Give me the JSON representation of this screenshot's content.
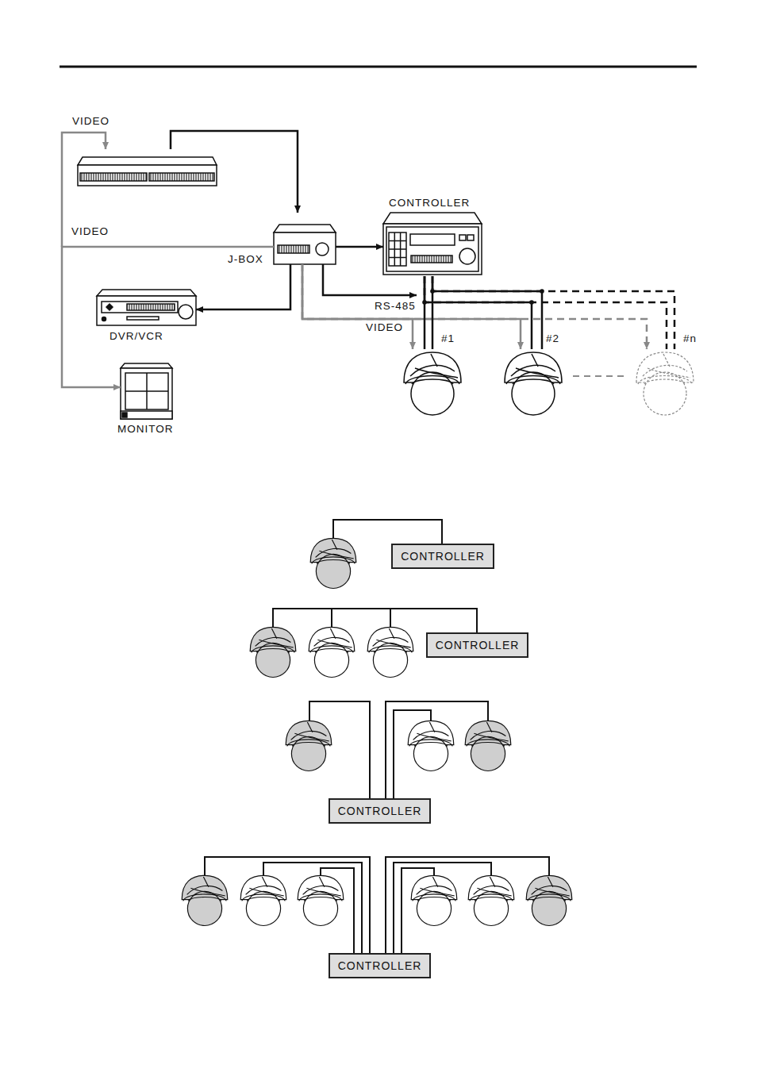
{
  "diagram": {
    "nodes": [
      {
        "text": [
          "CONTROLLER"
        ]
      },
      {
        "text": [
          "J-BOX"
        ]
      },
      {
        "text": [
          "DVR/VCR"
        ]
      },
      {
        "text": [
          "#1"
        ]
      },
      {
        "text": [
          "#2"
        ]
      },
      {
        "text": [
          "#n"
        ]
      },
      {
        "text": [
          "MONITOR"
        ]
      },
      {
        "text": [
          "CONTROLLER"
        ]
      },
      {
        "text": [
          "CONTROLLER"
        ]
      },
      {
        "text": [
          "CONTROLLER"
        ]
      },
      {
        "text": [
          "CONTROLLER"
        ]
      }
    ],
    "edges": [
      {
        "from": 1,
        "to": 0,
        "arrow": "to"
      },
      {
        "from": 1,
        "to": 2,
        "arrow": "to"
      },
      {
        "from": 1,
        "to": 6,
        "arrow": "to",
        "label": "VIDEO"
      },
      {
        "from": 1,
        "to": 3,
        "arrow": "to",
        "label": "VIDEO"
      },
      {
        "from": 1,
        "to": 4,
        "arrow": "to"
      },
      {
        "from": 1,
        "to": 5,
        "arrow": "to"
      },
      {
        "from": 0,
        "to": 3,
        "arrow": "none"
      },
      {
        "from": 0,
        "to": 4,
        "arrow": "none"
      },
      {
        "from": 0,
        "to": 5,
        "arrow": "none"
      }
    ],
    "labels": [
      "VIDEO",
      "RS-485"
    ]
  }
}
